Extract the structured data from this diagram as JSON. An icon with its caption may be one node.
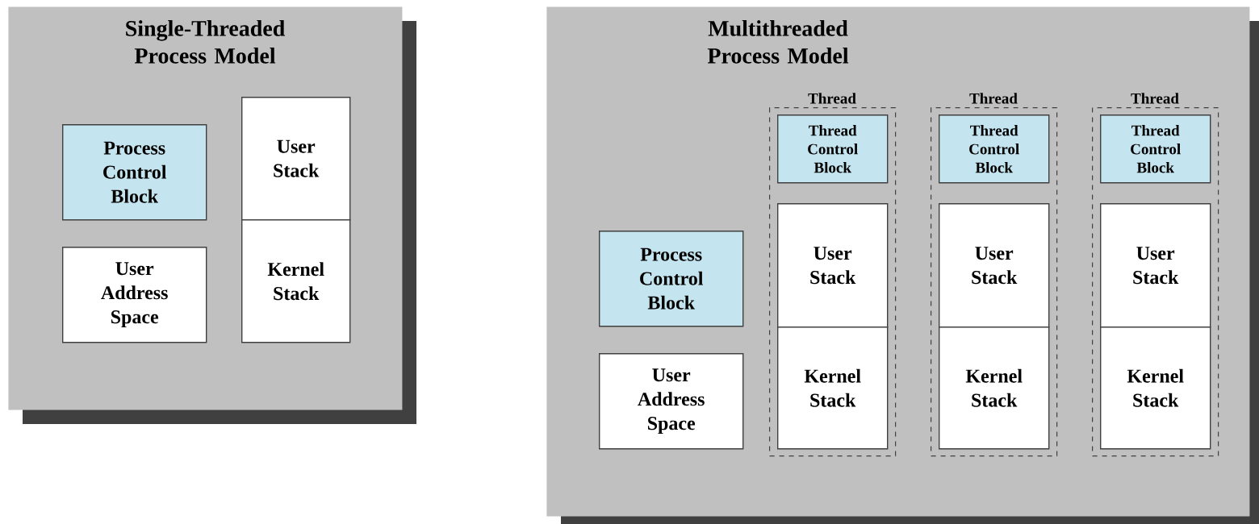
{
  "diagram": {
    "nodes": [
      {
        "text": [
          "Single-Threaded Process Model"
        ]
      },
      {
        "text": [
          "Process Control Block"
        ],
        "in": 0
      },
      {
        "text": [
          "User Address Space"
        ],
        "in": 0
      },
      {
        "text": [
          "User Stack"
        ],
        "in": 0
      },
      {
        "text": [
          "Kernel Stack"
        ],
        "in": 0
      },
      {
        "text": [
          "Multithreaded Process Model"
        ]
      },
      {
        "text": [
          "Process Control Block"
        ],
        "in": 5
      },
      {
        "text": [
          "User Address Space"
        ],
        "in": 5
      },
      {
        "text": [
          "Thread"
        ],
        "in": 5
      },
      {
        "text": [
          "Thread Control Block"
        ],
        "in": 8
      },
      {
        "text": [
          "User Stack"
        ],
        "in": 8
      },
      {
        "text": [
          "Kernel Stack"
        ],
        "in": 8
      },
      {
        "text": [
          "Thread"
        ],
        "in": 5
      },
      {
        "text": [
          "Thread Control Block"
        ],
        "in": 12
      },
      {
        "text": [
          "User Stack"
        ],
        "in": 12
      },
      {
        "text": [
          "Kernel Stack"
        ],
        "in": 12
      },
      {
        "text": [
          "Thread"
        ],
        "in": 5
      },
      {
        "text": [
          "Thread Control Block"
        ],
        "in": 16
      },
      {
        "text": [
          "User Stack"
        ],
        "in": 16
      },
      {
        "text": [
          "Kernel Stack"
        ],
        "in": 16
      }
    ],
    "edges": []
  }
}
